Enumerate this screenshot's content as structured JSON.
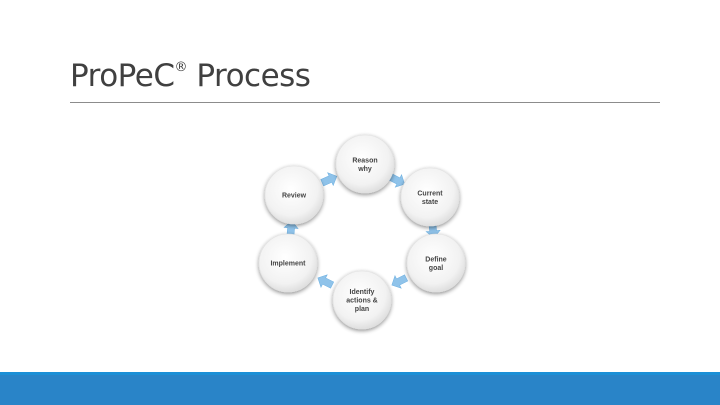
{
  "slide": {
    "title": "ProPeC",
    "title_mark": "®",
    "title_rest": " Process"
  },
  "cycle": {
    "nodes": [
      {
        "lines": [
          "Reason",
          "why"
        ]
      },
      {
        "lines": [
          "Current",
          "state"
        ]
      },
      {
        "lines": [
          "Define",
          "goal"
        ]
      },
      {
        "lines": [
          "Identify",
          "actions &",
          "plan"
        ]
      },
      {
        "lines": [
          "Implement"
        ]
      },
      {
        "lines": [
          "Review"
        ]
      }
    ]
  },
  "colors": {
    "accent_band": "#2984c8",
    "arrow": "#8fc3ea",
    "node_fill": "#f2f2f2"
  }
}
